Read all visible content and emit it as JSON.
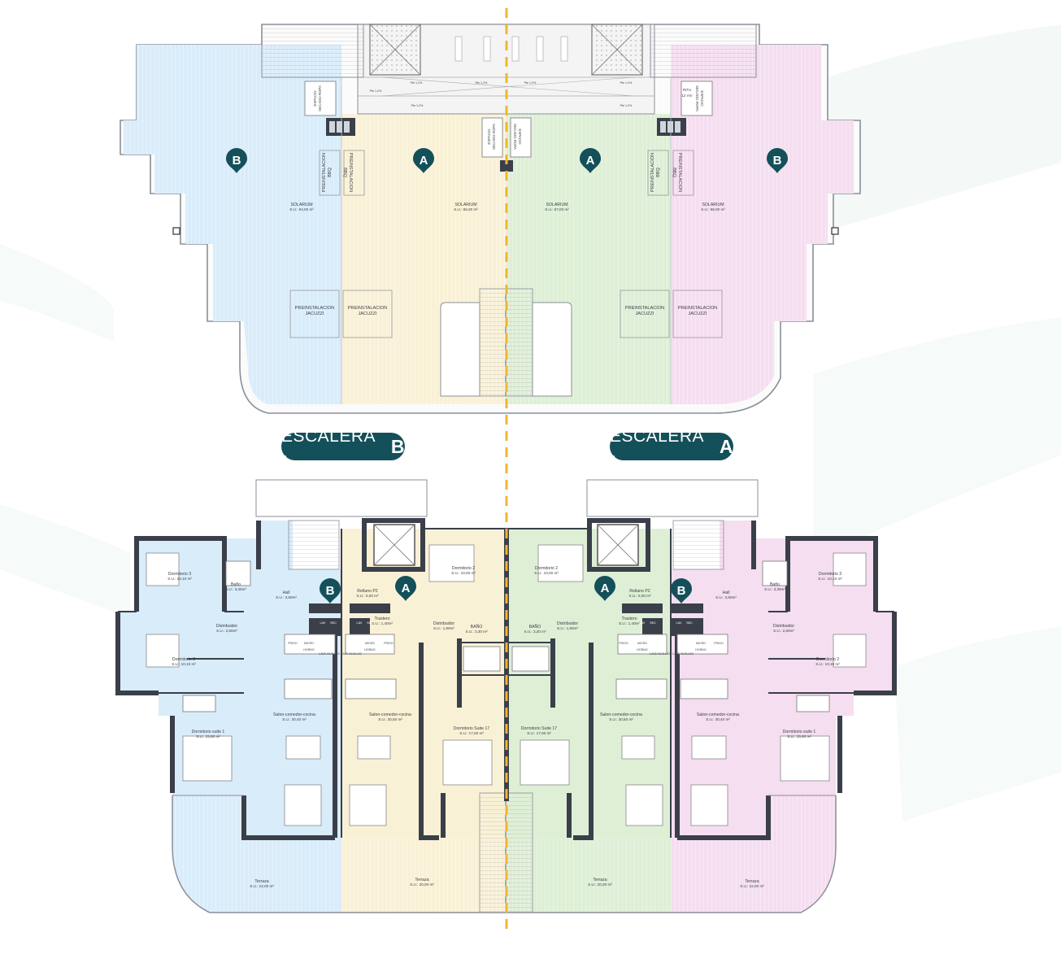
{
  "colors": {
    "zone_b_blue": "#d9ecfa",
    "zone_a_yellow": "#f9f1d6",
    "zone_a_green": "#deefd6",
    "zone_b_pink": "#f5def0",
    "marker": "#14505a",
    "wall": "#3a3f4a",
    "axis": "#f2b531"
  },
  "markers": {
    "a": "A",
    "b": "B"
  },
  "stair_labels": [
    {
      "prefix": "ESCALERA - ",
      "letter": "B"
    },
    {
      "prefix": "ESCALERA - ",
      "letter": "A"
    }
  ],
  "roof": {
    "solarium": [
      {
        "name": "SOLARIUM",
        "area": "S.U.: 94,00 m²"
      },
      {
        "name": "SOLARIUM",
        "area": "S.U.: 65,00 m²"
      },
      {
        "name": "SOLARIUM",
        "area": "S.U.: 67,00 m²"
      },
      {
        "name": "SOLARIUM",
        "area": "S.U.: 96,00 m²"
      }
    ],
    "jacuzzi": [
      "PREINSTALACION",
      "JACUZZI"
    ],
    "bbq": [
      "PREINSTALACION",
      "BBQ"
    ],
    "secado": [
      "ESPACIO",
      "SECADO ROPA"
    ],
    "rite": [
      "RITU",
      "12 VIV"
    ],
    "pendiente": "Pte 1-2%"
  },
  "floor": {
    "b_left": [
      {
        "name": "Dormitorio 3",
        "area": "S.U.: 10,10 m²"
      },
      {
        "name": "Baño",
        "area": "S.U.: 3,30m²"
      },
      {
        "name": "Hall",
        "area": "S.U.: 3,80m²"
      },
      {
        "name": "Distribuidor",
        "area": "S.U.: 2,80m²"
      },
      {
        "name": "Dormitorio 2",
        "area": "S.U.: 10,10 m²"
      },
      {
        "name": "Dormitorio suite 1",
        "area": "S.U.: 15,60 m²"
      },
      {
        "name": "Salon-comedor-cocina",
        "area": "S.U.: 30,40 m²"
      },
      {
        "name": "Terraza",
        "area": "S.U.: 22,00 m²"
      }
    ],
    "a_left": [
      {
        "name": "Rellano P2",
        "area": "S.U.: 5,00 m²"
      },
      {
        "name": "Trastero",
        "area": "S.U.: 1,40m²"
      },
      {
        "name": "Distribuidor",
        "area": "S.U.: 1,90m²"
      },
      {
        "name": "BAÑO",
        "area": "S.U.: 3,30 m²"
      },
      {
        "name": "Dormitorio 2",
        "area": "S.U.: 10,00 m²"
      },
      {
        "name": "Salon-comedor-cocina",
        "area": "S.U.: 30,50 m²"
      },
      {
        "name": "Dormitorio Suite 17",
        "area": "S.U.: 17,00 m²"
      },
      {
        "name": "Terraza",
        "area": "S.U.: 20,00 m²"
      }
    ],
    "a_right": [
      {
        "name": "Dormitorio 2",
        "area": "S.U.: 10,00 m²"
      },
      {
        "name": "BAÑO",
        "area": "S.U.: 3,30 m²"
      },
      {
        "name": "Distribuidor",
        "area": "S.U.: 1,90m²"
      },
      {
        "name": "Trastero",
        "area": "S.U.: 1,40m²"
      },
      {
        "name": "Rellano P2",
        "area": "S.U.: 5,00 m²"
      },
      {
        "name": "Salon-comedor-cocina",
        "area": "S.U.: 30,50 m²"
      },
      {
        "name": "Dormitorio Suite 17",
        "area": "S.U.: 17,00 m²"
      },
      {
        "name": "Terraza",
        "area": "S.U.: 20,00 m²"
      }
    ],
    "b_right": [
      {
        "name": "Hall",
        "area": "S.U.: 3,80m²"
      },
      {
        "name": "Baño",
        "area": "S.U.: 3,30m²"
      },
      {
        "name": "Dormitorio 3",
        "area": "S.U.: 10,10 m²"
      },
      {
        "name": "Distribuidor",
        "area": "S.U.: 2,80m²"
      },
      {
        "name": "Dormitorio 2",
        "area": "S.U.: 10,10 m²"
      },
      {
        "name": "Salon-comedor-cocina",
        "area": "S.U.: 30,40 m²"
      },
      {
        "name": "Dormitorio suite 1",
        "area": "S.U.: 15,60 m²"
      },
      {
        "name": "Terraza",
        "area": "S.U.: 22,00 m²"
      }
    ],
    "appliances": {
      "lav": "LAV",
      "sec": "SEC",
      "frigo": "FRIGO",
      "micro": "MICRO",
      "horno": "HORNO",
      "lavavajillas": "LAVA VAJILLAS"
    }
  }
}
